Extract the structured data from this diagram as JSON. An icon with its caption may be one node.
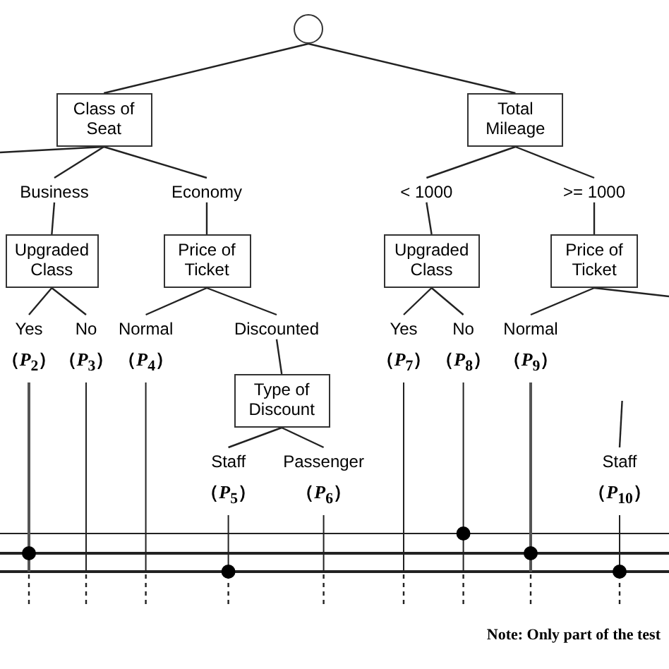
{
  "diagram": {
    "nodes": [
      {
        "text": [],
        "shape": "circle"
      },
      {
        "text": [
          "Class of Seat"
        ]
      },
      {
        "text": [
          "Total Mileage"
        ]
      },
      {
        "text": [
          "Business"
        ]
      },
      {
        "text": [
          "Economy"
        ]
      },
      {
        "text": [
          "< 1000"
        ]
      },
      {
        "text": [
          ">= 1000"
        ]
      },
      {
        "text": [
          "Upgraded Class"
        ]
      },
      {
        "text": [
          "Price of Ticket"
        ]
      },
      {
        "text": [
          "Upgraded Class"
        ]
      },
      {
        "text": [
          "Price of Ticket"
        ]
      },
      {
        "text": [
          "Yes",
          "（*P*$_{2}$）"
        ]
      },
      {
        "text": [
          "No",
          "（*P*$_{3}$）"
        ]
      },
      {
        "text": [
          "Normal",
          "（*P*$_{4}$）"
        ]
      },
      {
        "text": [
          "Discounted"
        ]
      },
      {
        "text": [
          "Yes",
          "（*P*$_{7}$）"
        ]
      },
      {
        "text": [
          "No",
          "（*P*$_{8}$）"
        ]
      },
      {
        "text": [
          "Normal",
          "（*P*$_{9}$）"
        ]
      },
      {
        "text": [
          "Type of Discount"
        ]
      },
      {
        "text": [
          "Staff",
          "（*P*$_{5}$）"
        ]
      },
      {
        "text": [
          "Passenger",
          "（*P*$_{6}$）"
        ]
      },
      {
        "text": [
          "Staff",
          "（*P*$_{10}$）"
        ]
      }
    ],
    "edges": [
      {
        "from": 0,
        "to": 1,
        "arrow": "none"
      },
      {
        "from": 0,
        "to": 2,
        "arrow": "none"
      },
      {
        "from": 1,
        "to": null,
        "arrow": "none"
      },
      {
        "from": 1,
        "to": 3,
        "arrow": "none"
      },
      {
        "from": 1,
        "to": 4,
        "arrow": "none"
      },
      {
        "from": 2,
        "to": 5,
        "arrow": "none"
      },
      {
        "from": 2,
        "to": 6,
        "arrow": "none"
      },
      {
        "from": 3,
        "to": 7,
        "arrow": "none"
      },
      {
        "from": 4,
        "to": 8,
        "arrow": "none"
      },
      {
        "from": 5,
        "to": 9,
        "arrow": "none"
      },
      {
        "from": 6,
        "to": 10,
        "arrow": "none"
      },
      {
        "from": 7,
        "to": 11,
        "arrow": "none"
      },
      {
        "from": 7,
        "to": 12,
        "arrow": "none"
      },
      {
        "from": 8,
        "to": 13,
        "arrow": "none"
      },
      {
        "from": 8,
        "to": 14,
        "arrow": "none"
      },
      {
        "from": 9,
        "to": 15,
        "arrow": "none"
      },
      {
        "from": 9,
        "to": 16,
        "arrow": "none"
      },
      {
        "from": 10,
        "to": 17,
        "arrow": "none"
      },
      {
        "from": 10,
        "to": null,
        "arrow": "none"
      },
      {
        "from": 14,
        "to": 18,
        "arrow": "none"
      },
      {
        "from": 18,
        "to": 19,
        "arrow": "none"
      },
      {
        "from": 18,
        "to": 20,
        "arrow": "none"
      },
      {
        "from": null,
        "to": 21,
        "arrow": "none"
      }
    ],
    "labels": [
      "Note: Only part of the test"
    ]
  }
}
